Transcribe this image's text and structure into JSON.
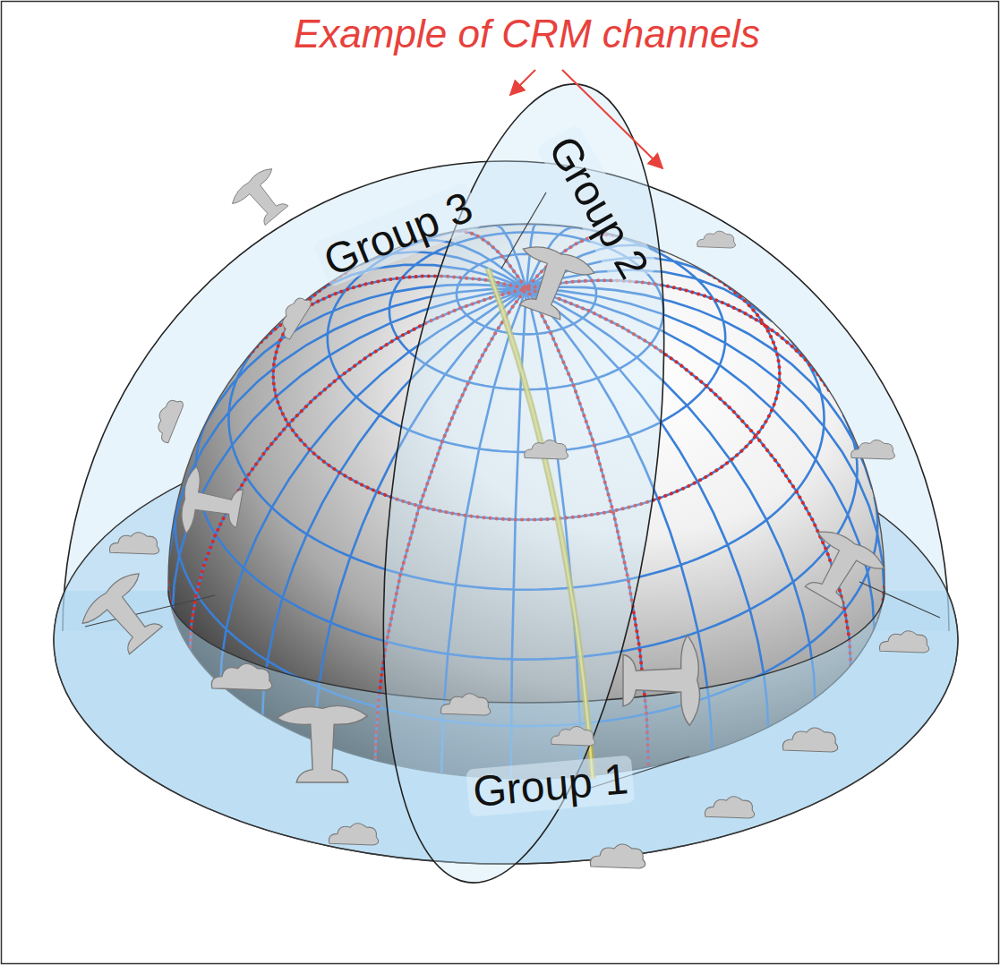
{
  "diagram": {
    "title": "Example of CRM channels",
    "labels": [
      "Group 3",
      "Group 2",
      "Group 1"
    ]
  }
}
